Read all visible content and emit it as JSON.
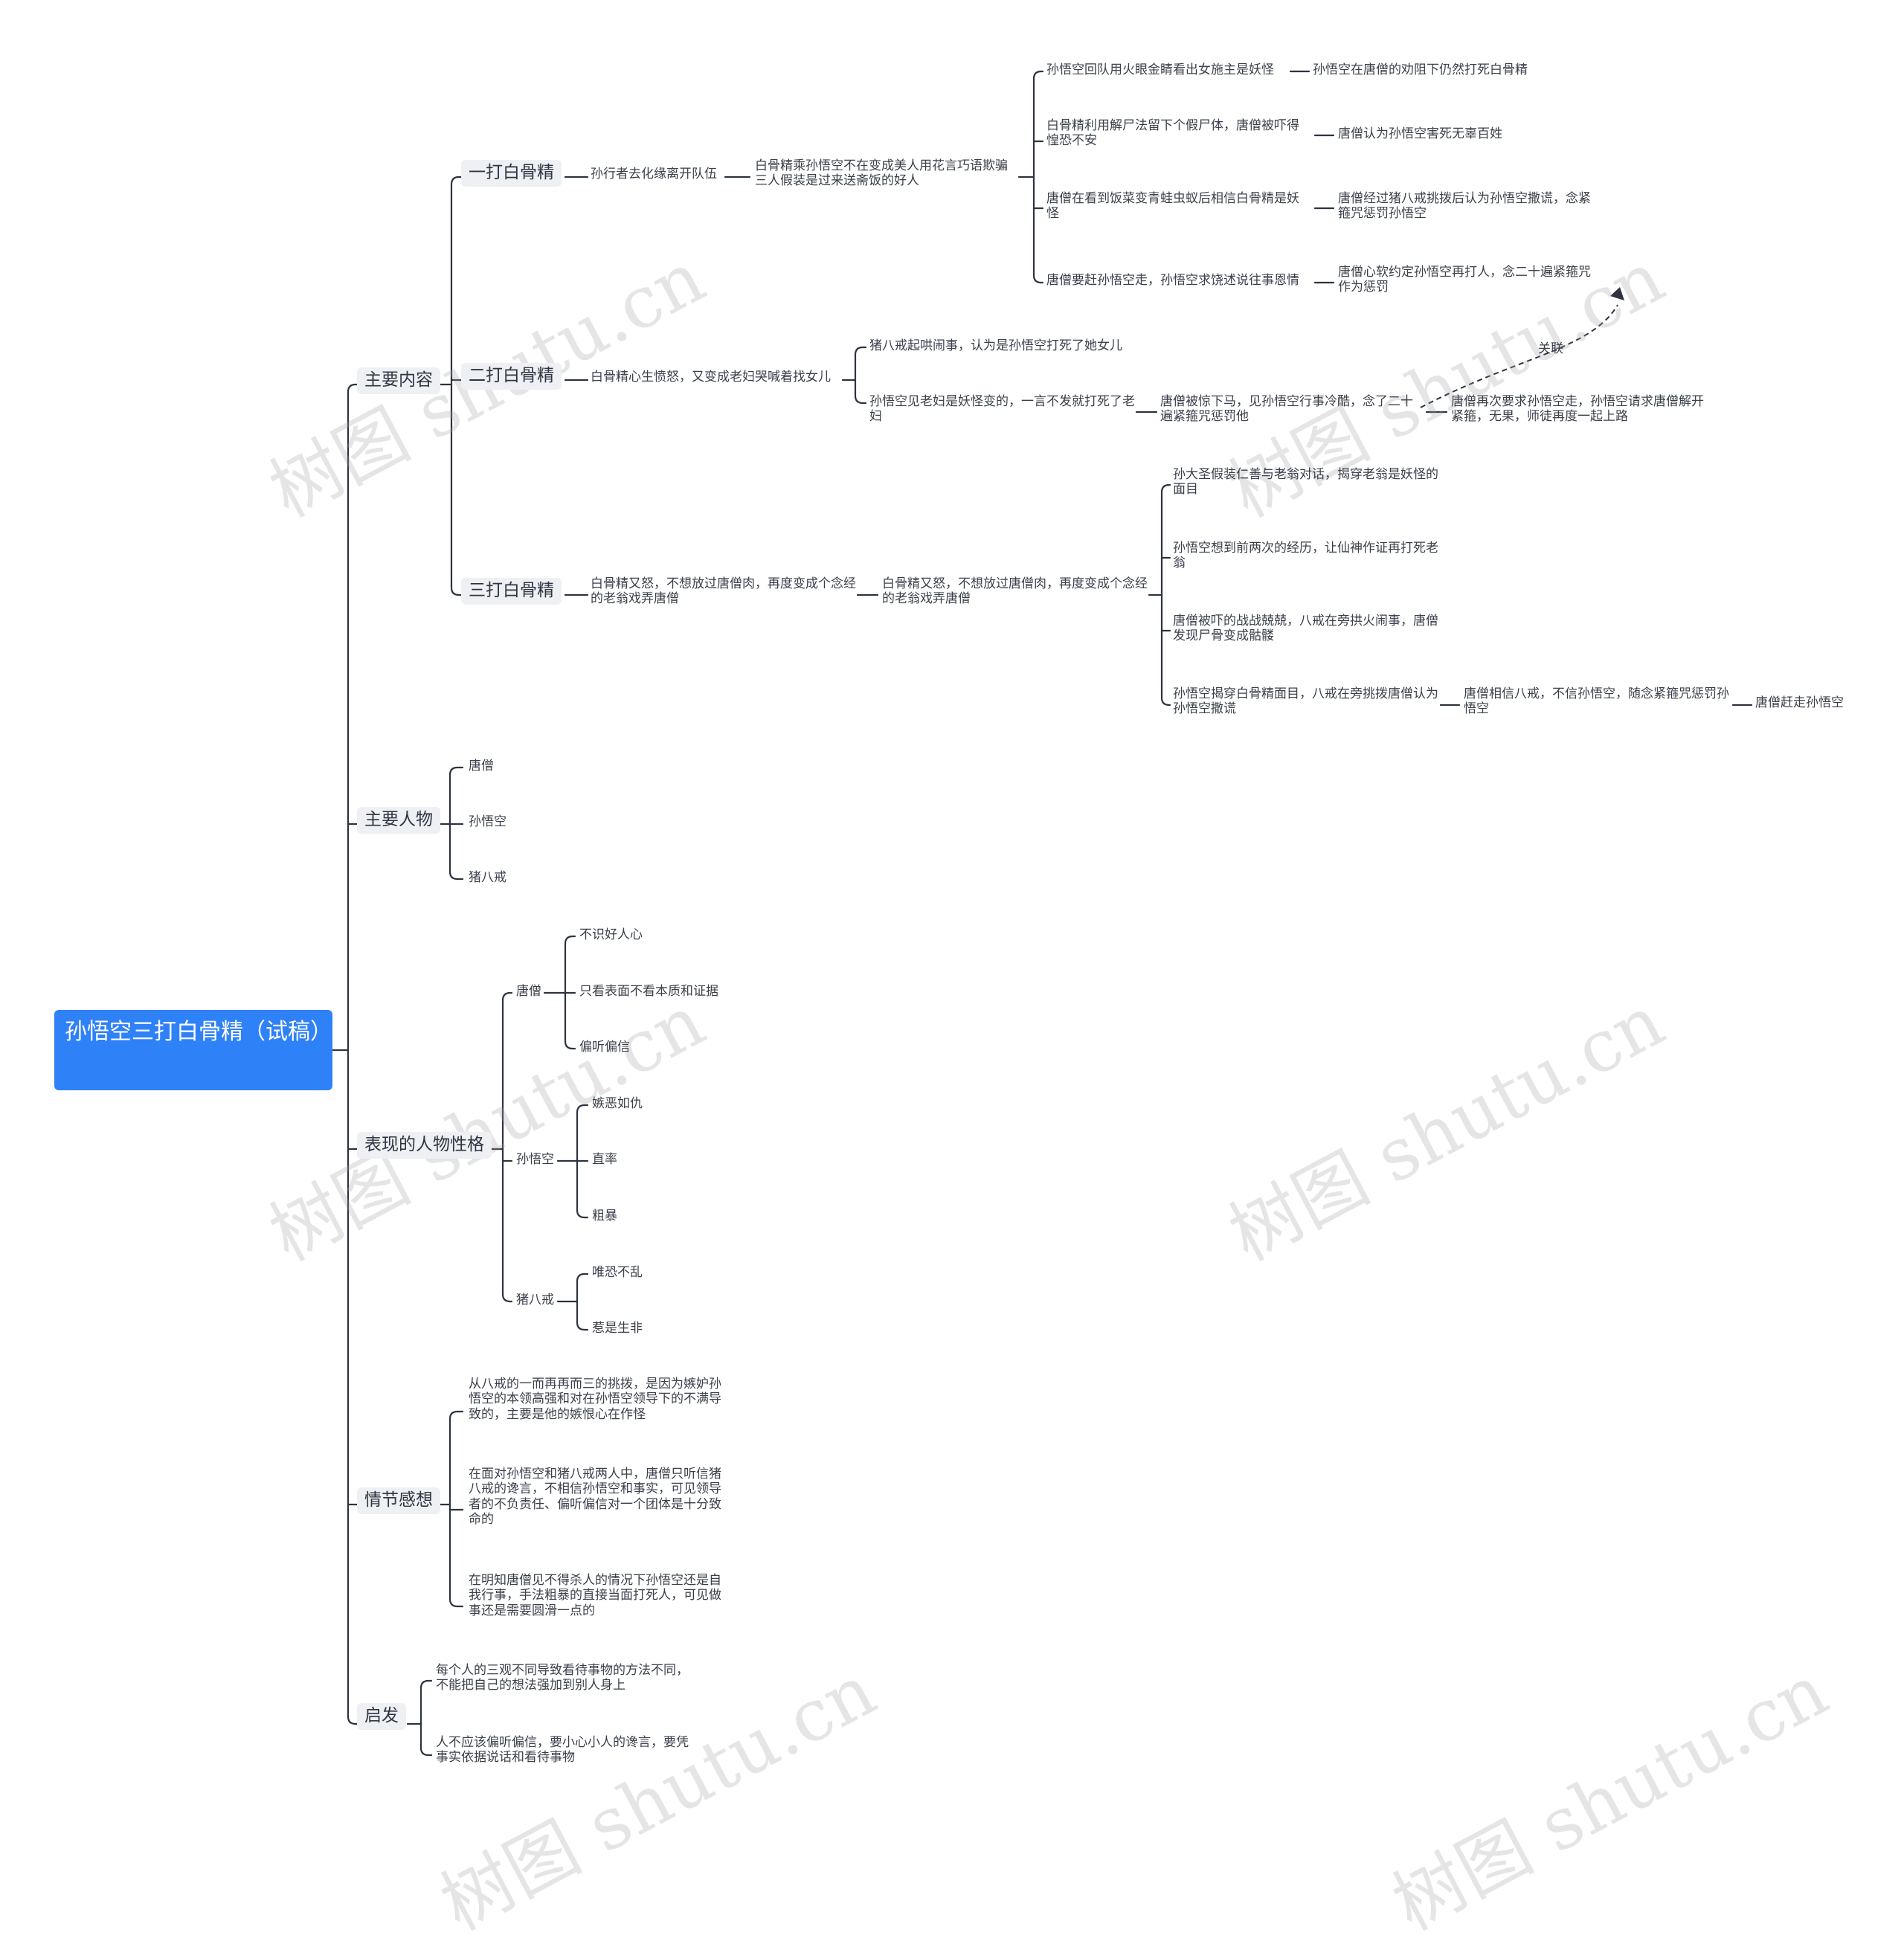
{
  "watermark": "树图 shutu.cn",
  "root": "孙悟空三打白骨精（试稿）",
  "relation_label": "关联",
  "colors": {
    "root_bg": "#2f81f7",
    "line": "#2d3340",
    "box_bg": "#eef0f4"
  },
  "main_content": {
    "label": "主要内容",
    "first": {
      "label": "一打白骨精",
      "step1": "孙行者去化缘离开队伍",
      "step2": "白骨精乘孙悟空不在变成美人用花言巧语欺骗三人假装是过来送斋饭的好人",
      "branches": [
        {
          "text": "孙悟空回队用火眼金睛看出女施主是妖怪",
          "next": "孙悟空在唐僧的劝阻下仍然打死白骨精"
        },
        {
          "text": "白骨精利用解尸法留下个假尸体，唐僧被吓得惶恐不安",
          "next": "唐僧认为孙悟空害死无辜百姓"
        },
        {
          "text": "唐僧在看到饭菜变青蛙虫蚁后相信白骨精是妖怪",
          "next": "唐僧经过猪八戒挑拨后认为孙悟空撒谎，念紧箍咒惩罚孙悟空"
        },
        {
          "text": "唐僧要赶孙悟空走，孙悟空求饶述说往事恩情",
          "next": "唐僧心软约定孙悟空再打人，念二十遍紧箍咒作为惩罚"
        }
      ]
    },
    "second": {
      "label": "二打白骨精",
      "step1": "白骨精心生愤怒，又变成老妇哭喊着找女儿",
      "branch_a": "猪八戒起哄闹事，认为是孙悟空打死了她女儿",
      "branch_b": "孙悟空见老妇是妖怪变的，一言不发就打死了老妇",
      "branch_b_next": "唐僧被惊下马，见孙悟空行事冷酷，念了二十遍紧箍咒惩罚他",
      "branch_b_next2": "唐僧再次要求孙悟空走，孙悟空请求唐僧解开紧箍，无果，师徒再度一起上路"
    },
    "third": {
      "label": "三打白骨精",
      "step1": "白骨精又怒，不想放过唐僧肉，再度变成个念经的老翁戏弄唐僧",
      "step2": "白骨精又怒，不想放过唐僧肉，再度变成个念经的老翁戏弄唐僧",
      "branches": [
        "孙大圣假装仁善与老翁对话，揭穿老翁是妖怪的面目",
        "孙悟空想到前两次的经历，让仙神作证再打死老翁",
        "唐僧被吓的战战兢兢，八戒在旁拱火闹事，唐僧发现尸骨变成骷髅",
        "孙悟空揭穿白骨精面目，八戒在旁挑拨唐僧认为孙悟空撒谎"
      ],
      "last_next": "唐僧相信八戒，不信孙悟空，随念紧箍咒惩罚孙悟空",
      "last_next2": "唐僧赶走孙悟空"
    }
  },
  "characters": {
    "label": "主要人物",
    "items": [
      "唐僧",
      "孙悟空",
      "猪八戒"
    ]
  },
  "personality": {
    "label": "表现的人物性格",
    "groups": [
      {
        "name": "唐僧",
        "traits": [
          "不识好人心",
          "只看表面不看本质和证据",
          "偏听偏信"
        ]
      },
      {
        "name": "孙悟空",
        "traits": [
          "嫉恶如仇",
          "直率",
          "粗暴"
        ]
      },
      {
        "name": "猪八戒",
        "traits": [
          "唯恐不乱",
          "惹是生非"
        ]
      }
    ]
  },
  "reflection": {
    "label": "情节感想",
    "items": [
      "从八戒的一而再再而三的挑拨，是因为嫉妒孙悟空的本领高强和对在孙悟空领导下的不满导致的，主要是他的嫉恨心在作怪",
      "在面对孙悟空和猪八戒两人中，唐僧只听信猪八戒的谗言，不相信孙悟空和事实，可见领导者的不负责任、偏听偏信对一个团体是十分致命的",
      "在明知唐僧见不得杀人的情况下孙悟空还是自我行事，手法粗暴的直接当面打死人，可见做事还是需要圆滑一点的"
    ]
  },
  "inspiration": {
    "label": "启发",
    "items": [
      "每个人的三观不同导致看待事物的方法不同，不能把自己的想法强加到别人身上",
      "人不应该偏听偏信，要小心小人的谗言，要凭事实依据说话和看待事物"
    ]
  }
}
